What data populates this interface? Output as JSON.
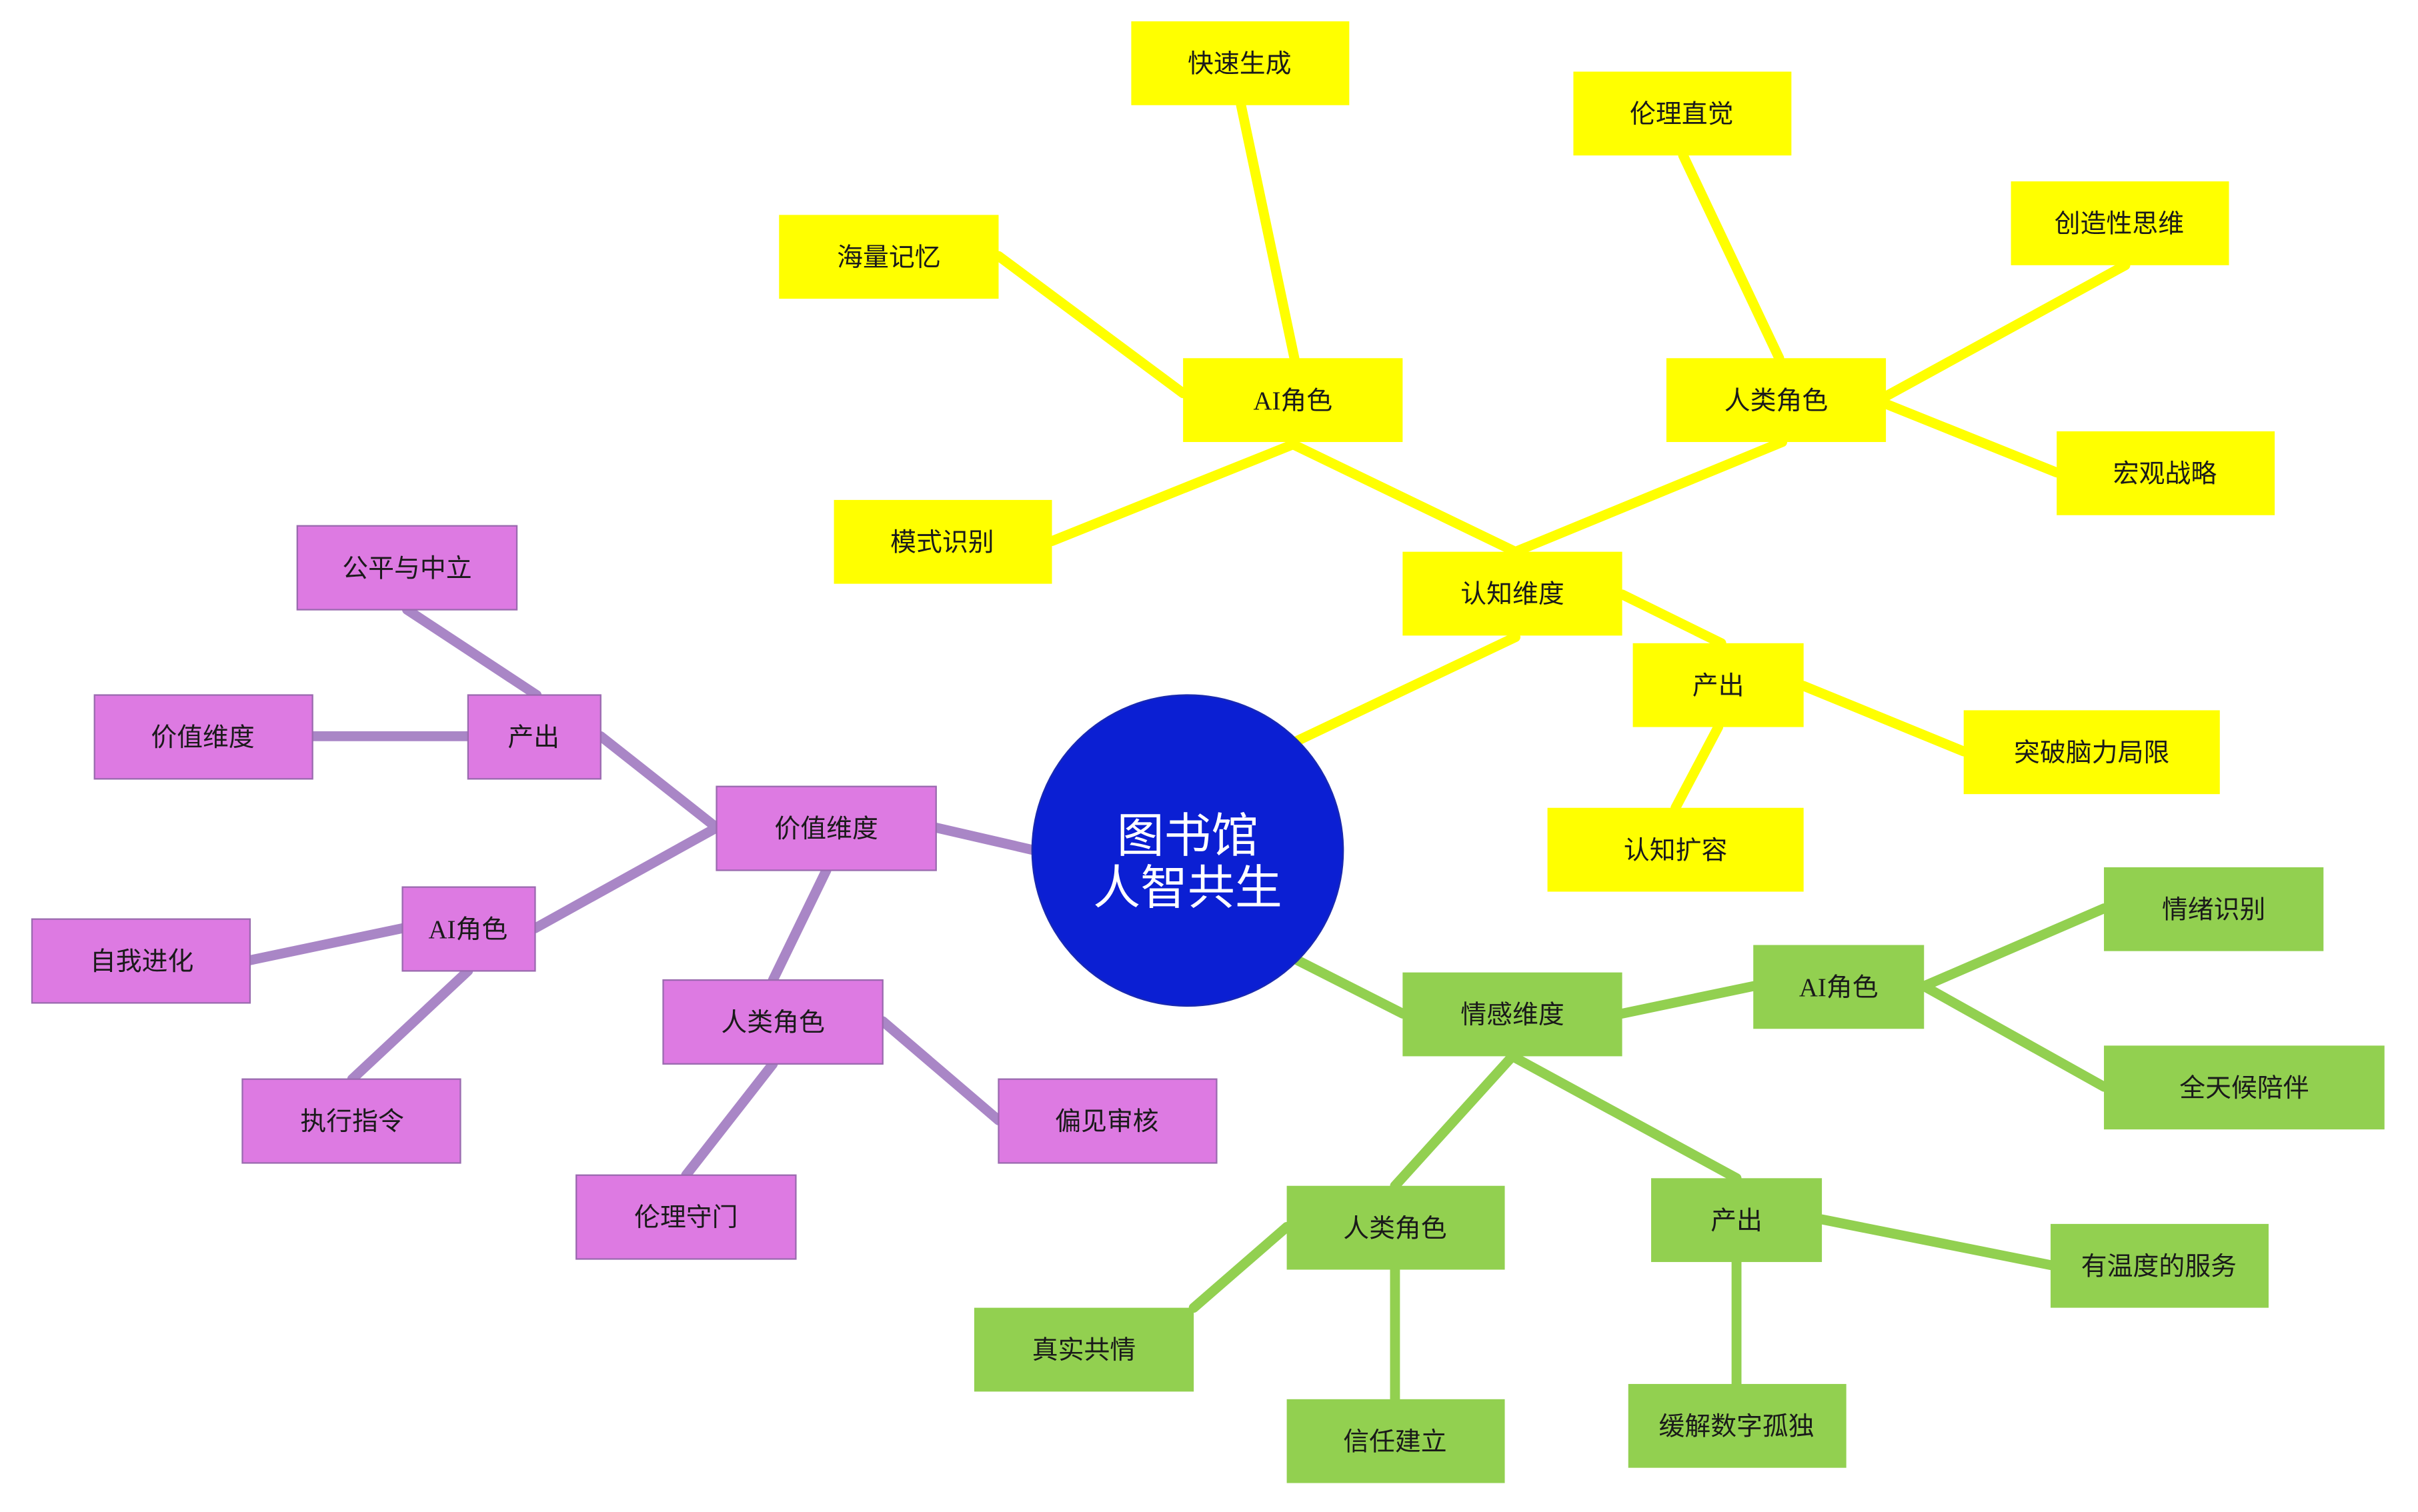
{
  "center": {
    "line1": "图书馆",
    "line2": "人智共生"
  },
  "colors": {
    "center": "#0b1fd3",
    "center_text": "#ffffff",
    "cognitive": "#ffff00",
    "value_fill": "#dd7ae2",
    "value_line": "#a986c6",
    "emotional": "#92d050"
  },
  "branches": {
    "cognitive": {
      "label": "认知维度",
      "ai_role": {
        "label": "AI角色",
        "items": [
          "快速生成",
          "海量记忆",
          "模式识别"
        ]
      },
      "human_role": {
        "label": "人类角色",
        "items": [
          "伦理直觉",
          "创造性思维",
          "宏观战略"
        ]
      },
      "output": {
        "label": "产出",
        "items": [
          "突破脑力局限",
          "认知扩容"
        ]
      }
    },
    "value": {
      "label": "价值维度",
      "output": {
        "label": "产出",
        "items": [
          "公平与中立",
          "价值维度"
        ]
      },
      "ai_role": {
        "label": "AI角色",
        "items": [
          "自我进化",
          "执行指令"
        ]
      },
      "human_role": {
        "label": "人类角色",
        "items": [
          "偏见审核",
          "伦理守门"
        ]
      }
    },
    "emotional": {
      "label": "情感维度",
      "ai_role": {
        "label": "AI角色",
        "items": [
          "情绪识别",
          "全天候陪伴"
        ]
      },
      "human_role": {
        "label": "人类角色",
        "items": [
          "真实共情",
          "信任建立"
        ]
      },
      "output": {
        "label": "产出",
        "items": [
          "有温度的服务",
          "缓解数字孤独"
        ]
      }
    }
  }
}
